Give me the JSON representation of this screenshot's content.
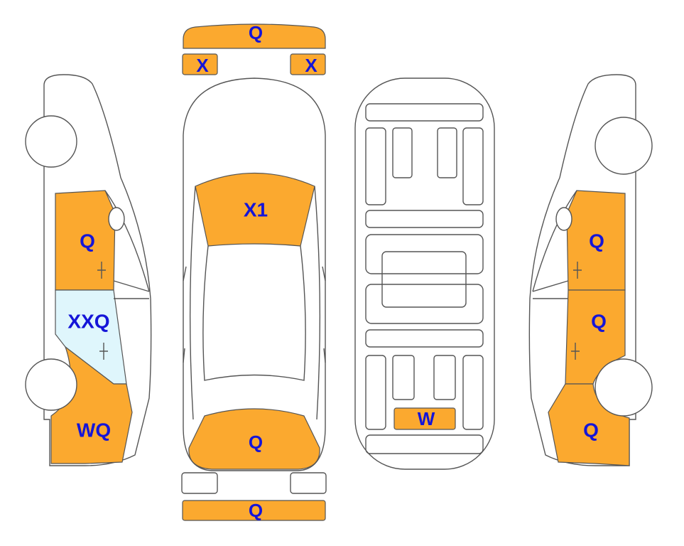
{
  "colors": {
    "damage": "#FBA92F",
    "glass_damage": "#DFF6FC",
    "label": "#1515D8",
    "outline": "#555555"
  },
  "labels": {
    "front_bumper_top": "Q",
    "front_left_lamp": "X",
    "front_right_lamp": "X",
    "hood": "X1",
    "left_front_door": "Q",
    "left_front_window": "XXQ",
    "left_rear_quarter": "WQ",
    "trunk": "Q",
    "rear_bumper": "Q",
    "underbody_rear": "W",
    "right_front_door": "Q",
    "right_rear_door": "Q",
    "right_rear_quarter": "Q"
  }
}
